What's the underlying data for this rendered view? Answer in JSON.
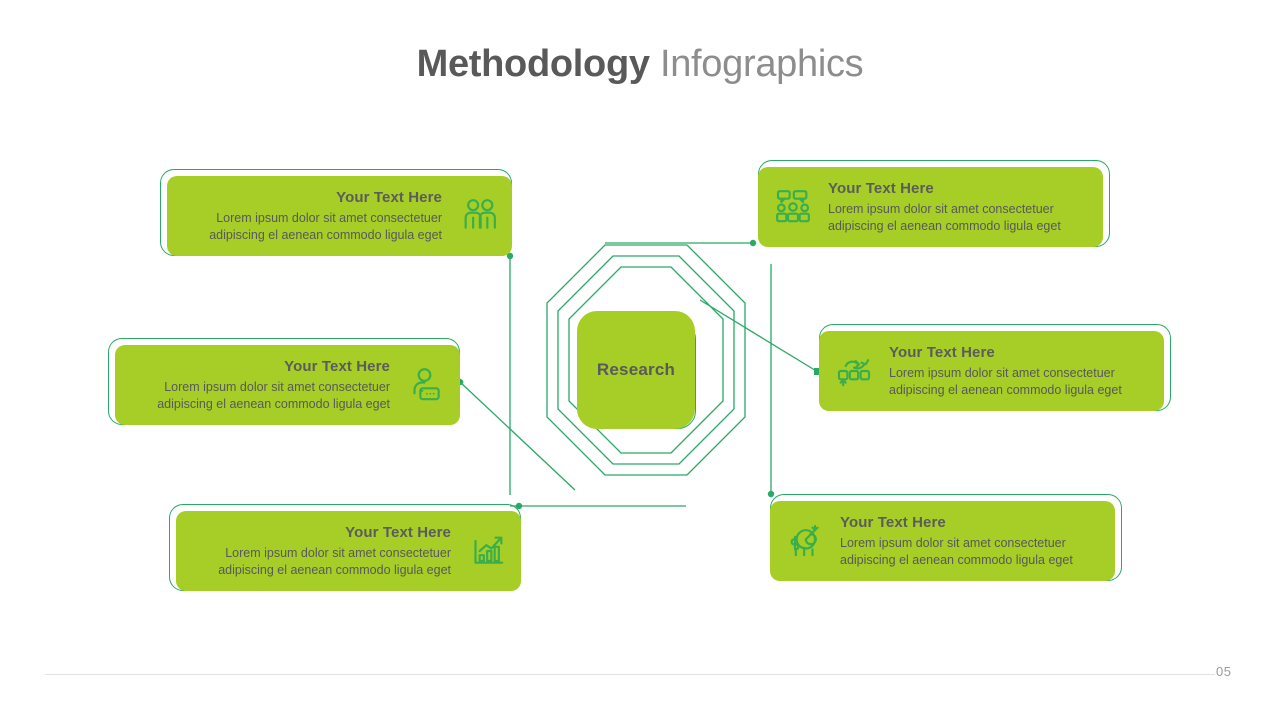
{
  "title": {
    "bold": "Methodology",
    "light": " Infographics"
  },
  "center": {
    "label": "Research"
  },
  "colors": {
    "green_fill": "#a6ce27",
    "green_stroke": "#2aa966",
    "icon_green": "#3aae4a",
    "heading_gray": "#5c5c5c",
    "body_gray": "#595959",
    "title_bold_gray": "#595959",
    "title_light_gray": "#8d8d8d",
    "footer_gray": "#9a9a9a"
  },
  "cards": [
    {
      "id": "top-left",
      "heading": "Your Text Here",
      "body_line1": "Lorem ipsum dolor sit amet consectetuer",
      "body_line2": "adipiscing el aenean commodo ligula eget",
      "icon": "two-people-icon",
      "icon_side": "right",
      "align": "right"
    },
    {
      "id": "mid-left",
      "heading": "Your Text Here",
      "body_line1": "Lorem ipsum dolor sit amet consectetuer",
      "body_line2": "adipiscing el aenean commodo ligula eget",
      "icon": "person-speech-bubble-icon",
      "icon_side": "right",
      "align": "right"
    },
    {
      "id": "bottom-left",
      "heading": "Your Text Here",
      "body_line1": "Lorem ipsum dolor sit amet consectetuer",
      "body_line2": "adipiscing el aenean commodo ligula eget",
      "icon": "growth-bar-chart-icon",
      "icon_side": "right",
      "align": "right"
    },
    {
      "id": "top-right",
      "heading": "Your Text Here",
      "body_line1": "Lorem ipsum dolor sit amet consectetuer",
      "body_line2": "adipiscing el aenean commodo ligula eget",
      "icon": "team-discussion-icon",
      "icon_side": "left",
      "align": "left"
    },
    {
      "id": "mid-right",
      "heading": "Your Text Here",
      "body_line1": "Lorem ipsum dolor sit amet consectetuer",
      "body_line2": "adipiscing el aenean commodo ligula eget",
      "icon": "process-cycle-icon",
      "icon_side": "left",
      "align": "left"
    },
    {
      "id": "bottom-right",
      "heading": "Your Text Here",
      "body_line1": "Lorem ipsum dolor sit amet consectetuer",
      "body_line2": "adipiscing el aenean commodo ligula eget",
      "icon": "target-money-icon",
      "icon_side": "left",
      "align": "left"
    }
  ],
  "footer": {
    "page_number": "05"
  }
}
